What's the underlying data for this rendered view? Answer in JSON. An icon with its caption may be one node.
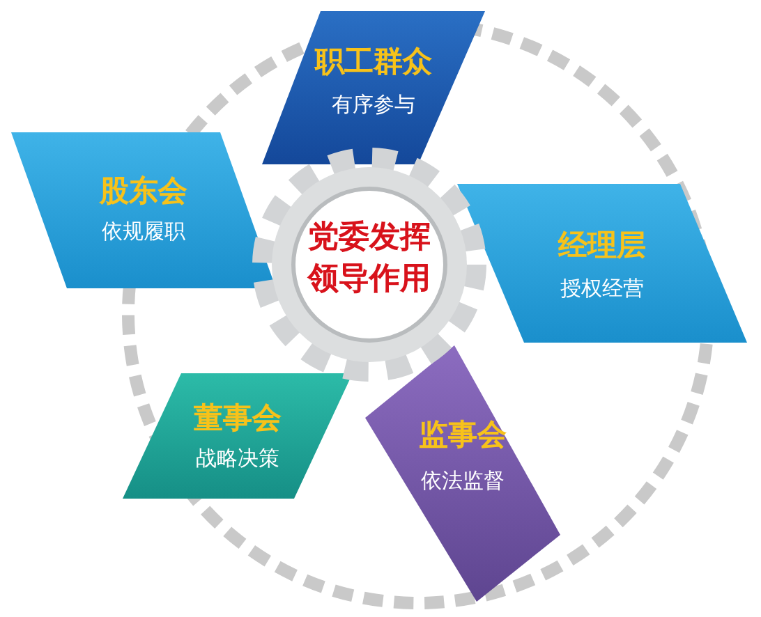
{
  "diagram": {
    "nodes": [
      {
        "text": [
          "党委发挥领导作用"
        ]
      },
      {
        "text": [
          "职工群众",
          "有序参与"
        ]
      },
      {
        "text": [
          "股东会",
          "依规履职"
        ]
      },
      {
        "text": [
          "经理层",
          "授权经营"
        ]
      },
      {
        "text": [
          "董事会",
          "战略决策"
        ]
      },
      {
        "text": [
          "监事会",
          "依法监督"
        ]
      }
    ]
  }
}
